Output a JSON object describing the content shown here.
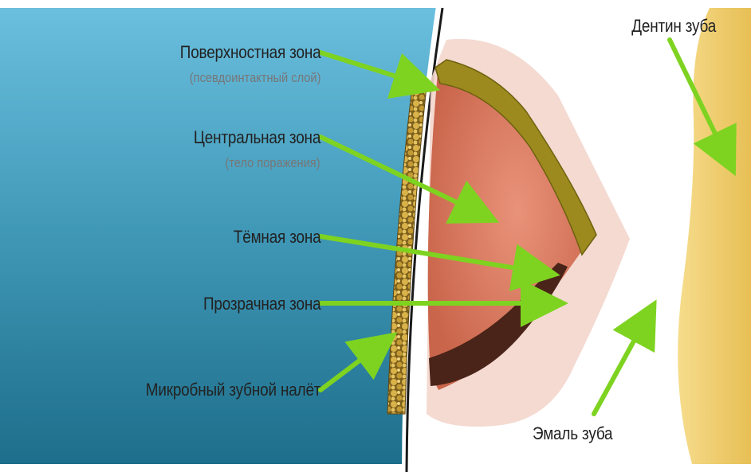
{
  "labels": {
    "surface_zone": "Поверхностная зона",
    "surface_zone_note": "(псевдоинтактный слой)",
    "central_zone": "Центральная зона",
    "central_zone_note": "(тело поражения)",
    "dark_zone": "Тёмная зона",
    "translucent_zone": "Прозрачная зона",
    "plaque": "Микробный зубной налёт",
    "dentin": "Дентин зуба",
    "enamel": "Эмаль зуба"
  },
  "colors": {
    "saliva_top": "#62b6d8",
    "saliva_bottom": "#1a6f8c",
    "arrow": "#7ed321",
    "dentin": "#f0d37a",
    "lesion_body": "#d97a5e",
    "surface_layer": "#9c8a1e",
    "dark_layer": "#4a2418",
    "plaque": "#b08a2a"
  }
}
